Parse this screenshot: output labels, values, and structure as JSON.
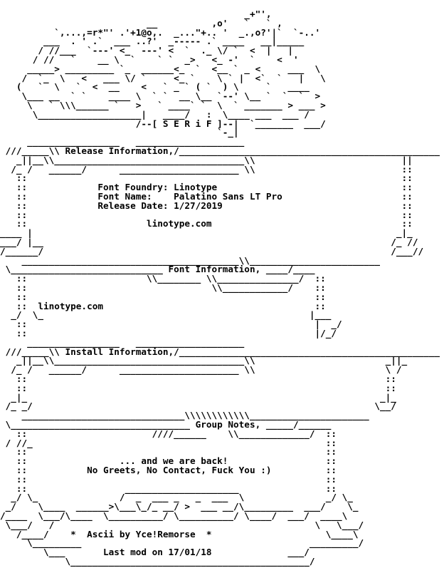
{
  "document": {
    "title": "[ S E R i F ]",
    "release_information_heading": "Release Information,",
    "font_foundry_line": "Font Foundry: Linotype",
    "font_name_line": "Font Name:    Palatino Sans LT Pro",
    "release_date_line": "Release Date: 1/27/2019",
    "release_website": "linotype.com",
    "font_information_heading": "Font Information,",
    "font_information_website": "linotype.com",
    "install_information_heading": "Install Information,",
    "group_notes_heading": "Group Notes,",
    "group_notes_line1": "... and we are back!",
    "group_notes_line2": "No Greets, No Contact, Fuck You :)",
    "credit_line": "*  Ascii by Yce!Remorse  *",
    "last_modified_line": "Last mod on 17/01/18"
  },
  "lines": [
    "                                             _+\"',",
    "                           __          ,o'   `   ` ,",
    "          `,...,=r*\"' .'+1@o,.  _...\"+.. '  _.,o?'|`  `-..'",
    "        ___  . ' .`  ___ ..?'  _----- .` ____   __|_____",
    "       / //___  `---' <_  ---' <  `  ._ \\/ `  <  |   |",
    "      / //   `    __ \\  `    ` `  _>   <_ -'  `    <  '",
    "     _____> _________ `_  ______<_  `  <__ ` _ <     ___  \\",
    "    /  `_  \\   <   ___ \\/ `     <_ `    \\ ` |  <`  `   |   \\",
    "   (   `  \\   `  <  __    <   ` _ ` ( `  ) \\     `   ____",
    "    \\___ __  ` `    ____ \\  ` `  __ \\__ `--' \\__ `  `  `  >",
    "     \\   ` \\\\\\______ `   >   ` ____` `  \\  ` _______ > ___ >",
    "      \\___________________|   ____/   :  \\____ ___  ___ /",
    "                         /--[ S E R i F ]--|  `_______  ___/",
    "                                        `-_|",
    "     _________________   ____________________",
    " ///_____\\\\ Release Information,/________________________________________________",
    "   _||__\\\\___________________________________\\\\                           ||",
    "  /_ /   ______/      ______________________ \\\\                           ::",
    "   ::                                                                     ::",
    "   ::             Font Foundry: Linotype                                  ::",
    "   ::             Font Name:    Palatino Sans LT Pro                      ::",
    "   ::             Release Date: 1/27/2019                                 ::",
    "   ::                                                                     ::",
    "   ::                      linotype.com                                   ::",
    "____ |                                                                   _|_",
    "___/ |__                                                                /_ //",
    "/______/                                                                /___//",
    "    ________________________________________\\\\________________________",
    " \\____________________________ Font Information, ____/____",
    "   ::                      \\\\________ \\\\_______________/  ::",
    "   ::                                  \\\\____________/    ::",
    "   ::                                                     ::",
    "   ::  linotype.com                                       ::",
    "  _/  \\_                                                 |___",
    "   ::                                                     |  _/",
    "   ::                                                     |/_/",
    "     _________________   ____________________",
    " ///_____\\\\ Install Information,/________________________________________________",
    "   _||__\\\\___________________________________\\\\                        _||_",
    "  /_ /   ______/      ______________________ \\\\                        \\ /",
    "   ::                                                                  ::",
    "   ::                                                                  ::",
    "  _|_                                                                 _|_",
    " /_ _/                                                               \\__/",
    "    ______________________________\\\\\\\\\\\\\\\\\\\\\\\\______________________",
    " \\_________________________________ Group Notes, _____/______",
    "   ::                       ////______    \\\\_____________/  ::",
    " / //_                                                      ::",
    "   ::                                                       ::",
    "   ::                 ... and we are back!                  ::",
    "   ::           No Greets, No Contact, Fuck You :)          ::",
    "   ::                                                       ::",
    "   ::                  _____________________                ::",
    "  _/ \\_               /  _  ___ _   _  ___  \\               _/ \\_",
    " _/    \\____  ______>\\___\\_/_ __/ >  ___ __/\\_________  ___/    \\_",
    "/____  \\___/\\____  \\__________/ \\__________/ \\____/  ___/  ____\\",
    " \\___/   /                                                \\   \\___/",
    "   /____/    *  Ascii by Yce!Remorse  *                     \\____\\",
    "     \\_________                                          _________/",
    "        \\___       Last mod on 17/01/18              ___/",
    "            \\____________________________________________/"
  ]
}
